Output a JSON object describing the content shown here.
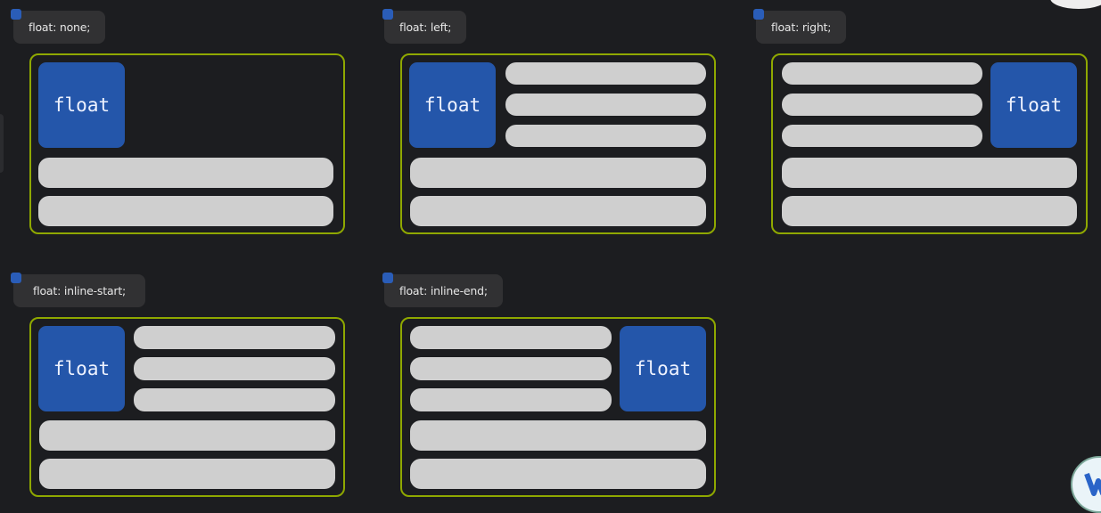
{
  "demos": [
    {
      "label": "float: none;",
      "float_text": "float"
    },
    {
      "label": "float: left;",
      "float_text": "float"
    },
    {
      "label": "float: right;",
      "float_text": "float"
    },
    {
      "label": "float: inline-start;",
      "float_text": "float"
    },
    {
      "label": "float: inline-end;",
      "float_text": "float"
    }
  ],
  "colors": {
    "background": "#1c1d20",
    "label_bg": "#313133",
    "border": "#8fa800",
    "float_box": "#2456aa",
    "text_line": "#cfcfcf"
  }
}
